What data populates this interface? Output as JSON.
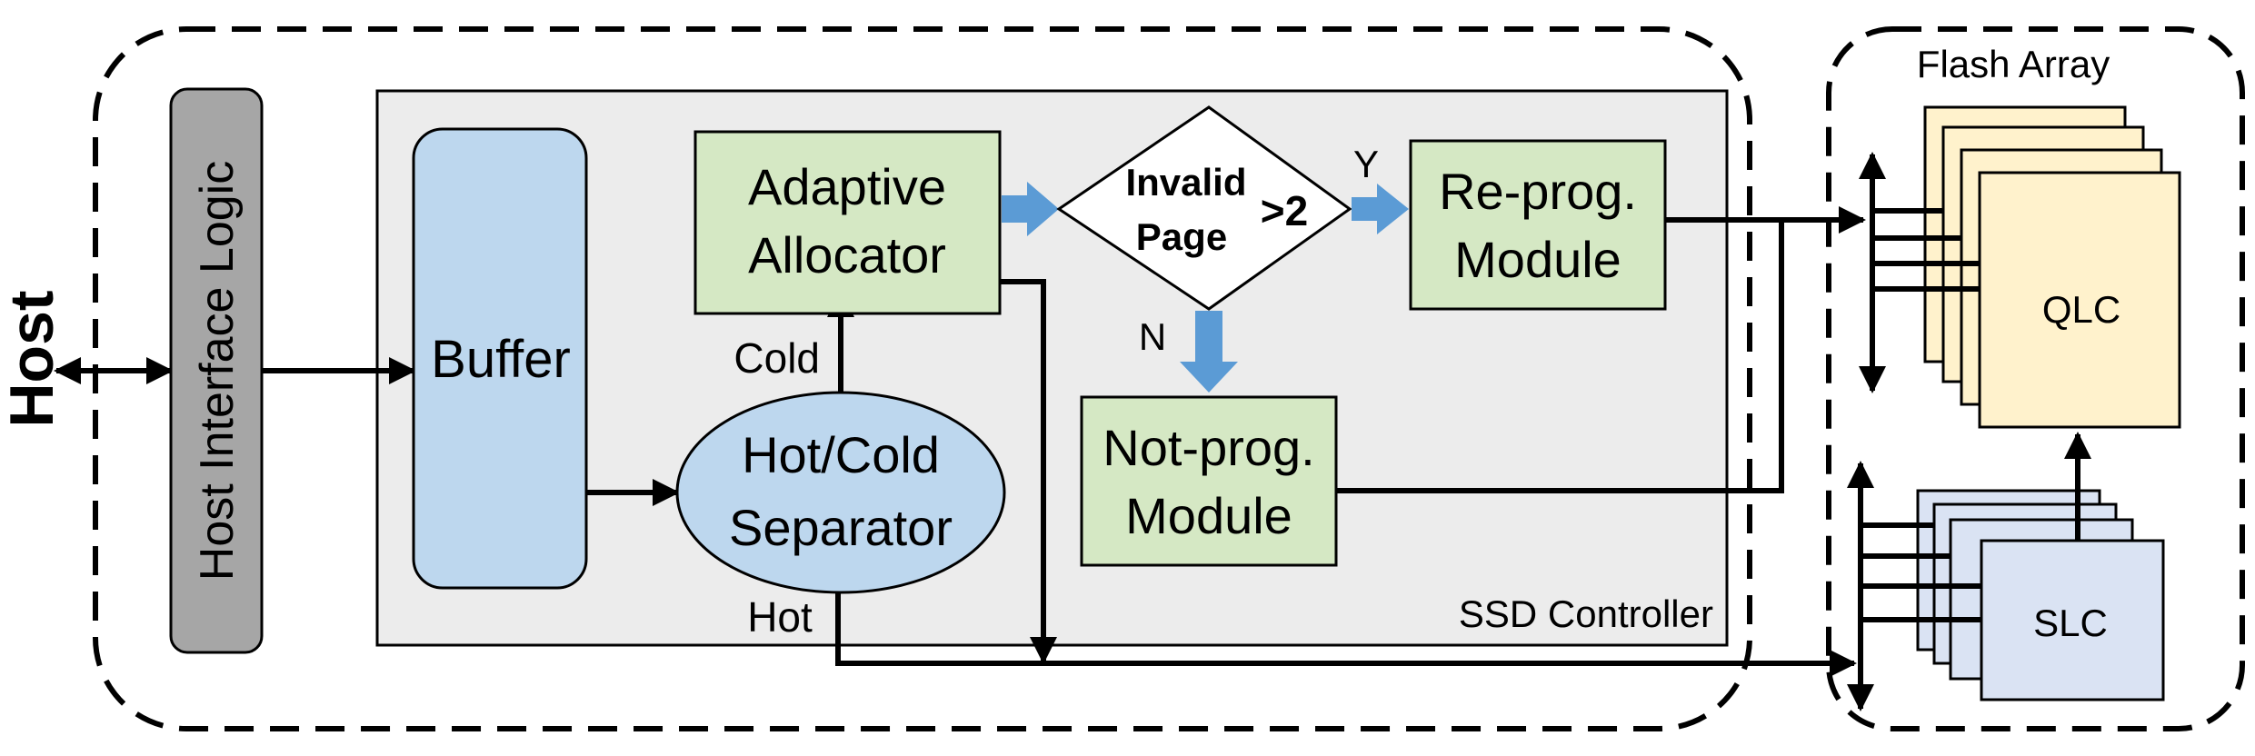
{
  "host": {
    "label": "Host"
  },
  "host_interface": {
    "label": "Host Interface Logic"
  },
  "ssd_controller": {
    "label": "SSD Controller"
  },
  "buffer": {
    "label": "Buffer"
  },
  "separator": {
    "line1": "Hot/Cold",
    "line2": "Separator"
  },
  "allocator": {
    "line1": "Adaptive",
    "line2": "Allocator"
  },
  "decision": {
    "line1": "Invalid",
    "line2": "Page",
    "condition": ">2",
    "yes": "Y",
    "no": "N"
  },
  "reprog": {
    "line1": "Re-prog.",
    "line2": "Module"
  },
  "notprog": {
    "line1": "Not-prog.",
    "line2": "Module"
  },
  "edges": {
    "cold": "Cold",
    "hot": "Hot"
  },
  "flash": {
    "title": "Flash Array",
    "qlc": "QLC",
    "slc": "SLC"
  },
  "colors": {
    "module_green": "#d5e8c4",
    "buffer_blue": "#bdd7ee",
    "interface_gray": "#a6a6a6",
    "controller_bg": "#ececec",
    "qlc_fill": "#fff2cc",
    "slc_fill": "#dae3f3",
    "arrow_blue": "#5b9bd5"
  }
}
